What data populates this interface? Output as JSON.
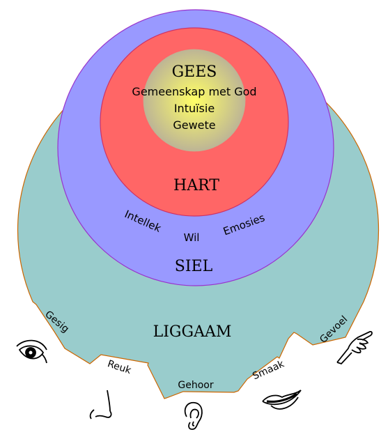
{
  "colors": {
    "body": "#99cccc",
    "soul": "#9999ff",
    "heart": "#ff6666",
    "spirit_center": "#ffff66",
    "spirit_edge": "#bdb595",
    "outline": "#cc6600",
    "soul_outline": "#9933cc",
    "heart_outline": "#cc3366",
    "text": "#000000",
    "icon": "#000000"
  },
  "spirit": {
    "title": "GEES",
    "lines": [
      "Gemeenskap met God",
      "Intuïsie",
      "Gewete"
    ]
  },
  "heart": {
    "title": "HART"
  },
  "soul": {
    "title": "SIEL",
    "faculties": [
      "Intellek",
      "Wil",
      "Emosies"
    ]
  },
  "body": {
    "title": "LIGGAAM",
    "senses": [
      {
        "label": "Gesig",
        "icon": "eye-icon"
      },
      {
        "label": "Reuk",
        "icon": "nose-icon"
      },
      {
        "label": "Gehoor",
        "icon": "ear-icon"
      },
      {
        "label": "Smaak",
        "icon": "mouth-icon"
      },
      {
        "label": "Gevoel",
        "icon": "pointing-hand-icon"
      }
    ]
  }
}
